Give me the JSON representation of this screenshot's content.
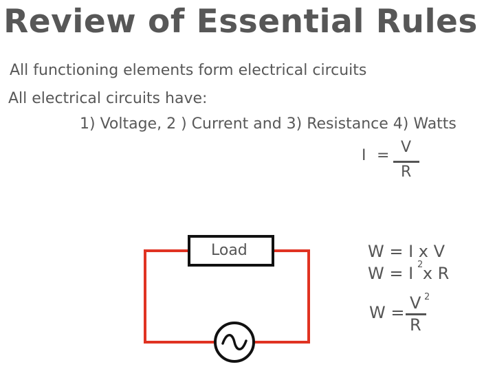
{
  "slide": {
    "title": "Review of Essential Rules",
    "bullet_1": "All functioning elements form electrical circuits",
    "bullet_2": "All electrical circuits have:",
    "list_line": "1) Voltage, 2 ) Current and 3) Resistance  4) Watts"
  },
  "ohms_law": {
    "lhs": "I",
    "equals": "=",
    "numerator": "V",
    "denominator": "R"
  },
  "circuit": {
    "load_label": "Load",
    "source_symbol": "~",
    "wire_color": "#e03322",
    "component_color": "#111111"
  },
  "power_formulas": {
    "f1": "W = I  x V",
    "f2_base": "W = I",
    "f2_exp": "2",
    "f2_rest": "x R",
    "f3_lhs": "W =",
    "f3_num": "V",
    "f3_num_exp": "2",
    "f3_den": "R"
  }
}
